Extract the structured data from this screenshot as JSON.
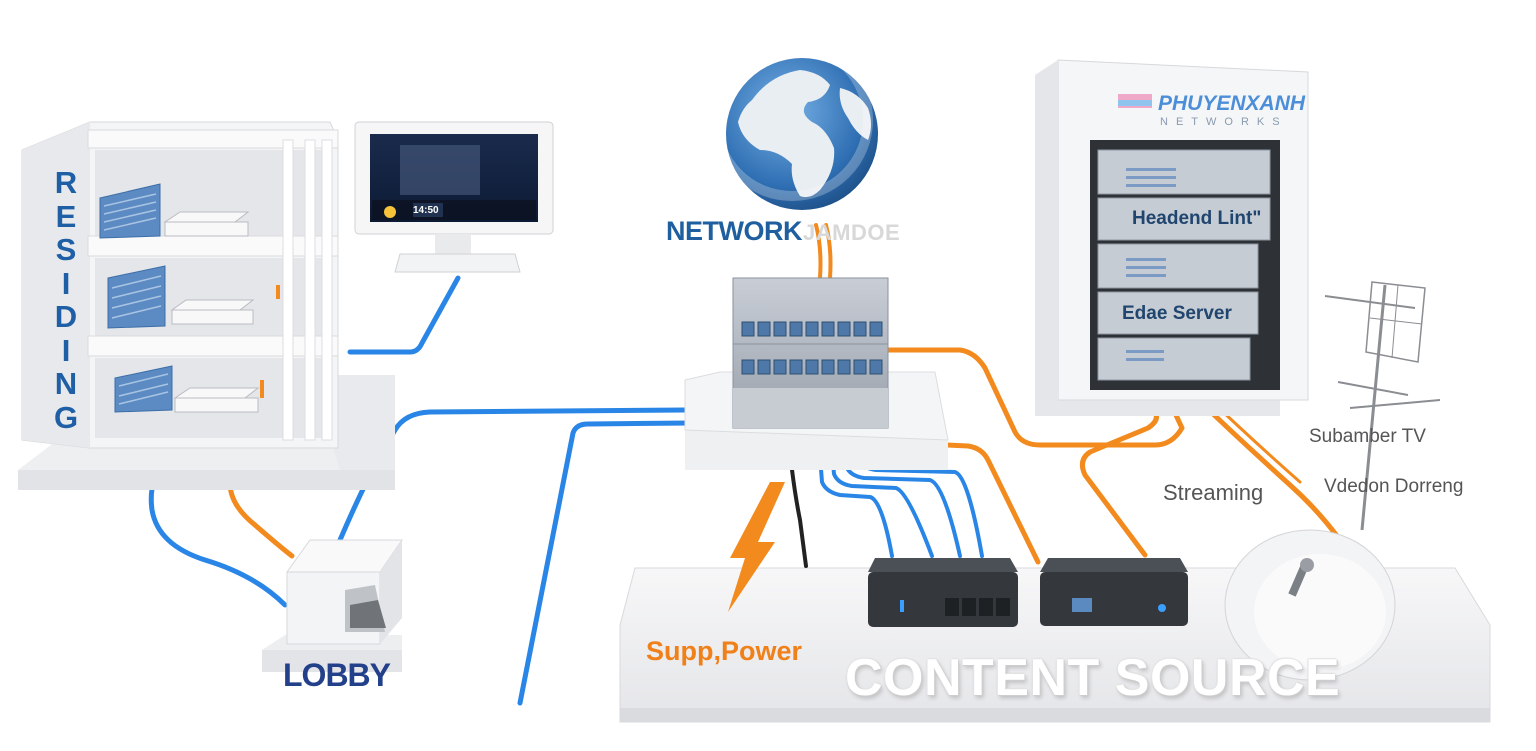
{
  "labels": {
    "network": "NETWORK",
    "network_suffix": "JAMDOE",
    "power": "Supp,Power",
    "content_source": "CONTENT SOURCE",
    "lobby": "LOBBY",
    "residing_letters": [
      "R",
      "E",
      "S",
      "I",
      "D",
      "I",
      "N",
      "G"
    ],
    "streaming": "Streaming",
    "subscriber_tv": "Subamber TV",
    "vod": "Vdedon Dorreng",
    "brand_name": "PHUYENXANH",
    "brand_sub": "NETWORKS",
    "headend": "Headend Lint\"",
    "edge_server": "Edae Server",
    "tv_time": "14:50"
  },
  "colors": {
    "blue_line": "#2a86e6",
    "orange_line": "#f28a1e",
    "device_dark": "#34383d",
    "building_white": "#f4f5f7",
    "rack_dark": "#2e3236",
    "panel_blue": "#5b8bc2"
  },
  "icons": {
    "globe": "globe-icon",
    "lightning": "lightning-icon",
    "satellite_dish": "satellite-dish-icon",
    "antenna": "antenna-icon"
  }
}
